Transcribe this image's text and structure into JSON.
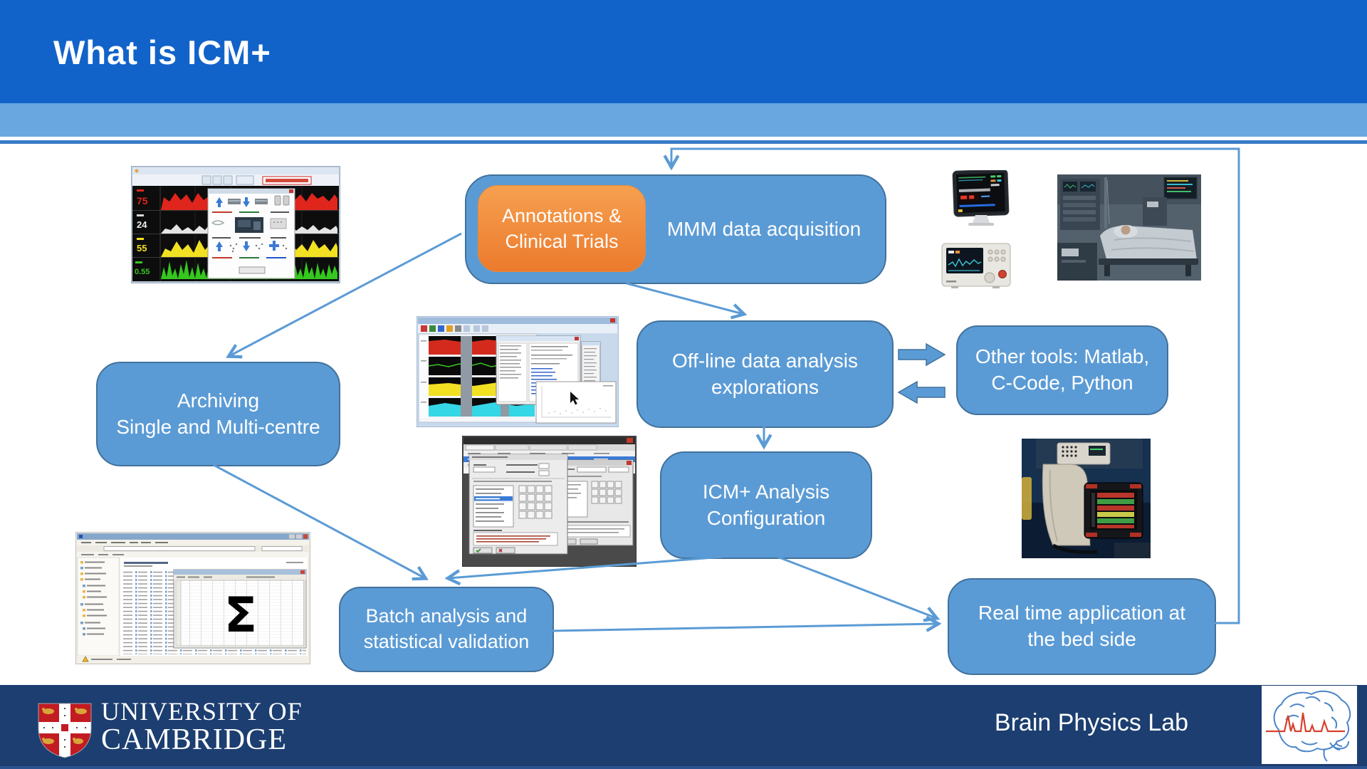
{
  "slide": {
    "title": "What is ICM+"
  },
  "colors": {
    "header_blue": "#1263c9",
    "accent_band": "#68a7e0",
    "box_fill": "#5b9bd5",
    "box_border": "#41719c",
    "accent_orange": "#ed7d31",
    "arrow": "#5b9bd5",
    "footer_navy": "#1c3e70"
  },
  "diagram": {
    "boxes": {
      "annotations": {
        "line1": "Annotations &",
        "line2": "Clinical Trials"
      },
      "mmm": {
        "label": "MMM data acquisition"
      },
      "archiving": {
        "line1": "Archiving",
        "line2": "Single and Multi-centre"
      },
      "offline": {
        "line1": "Off-line data analysis",
        "line2": "explorations"
      },
      "other_tools": {
        "line1": "Other tools: Matlab,",
        "line2": "C-Code, Python"
      },
      "icm_config": {
        "line1": "ICM+ Analysis",
        "line2": "Configuration"
      },
      "batch": {
        "line1": "Batch analysis and",
        "line2": "statistical validation"
      },
      "realtime": {
        "line1": "Real time application at",
        "line2": "the bed side"
      }
    }
  },
  "screenshots": {
    "monitoring": {
      "abp": "75",
      "icp": "24",
      "cpp": "55",
      "prx": "0.55"
    },
    "explorer": {
      "sigma": "Σ"
    }
  },
  "footer": {
    "university_line1": "UNIVERSITY OF",
    "university_line2": "CAMBRIDGE",
    "lab_name": "Brain Physics Lab"
  }
}
